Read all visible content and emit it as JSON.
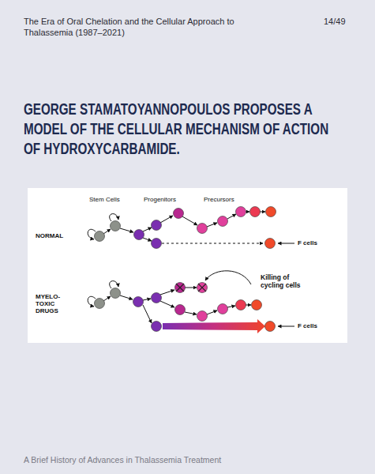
{
  "diagram": {
    "title": "GEORGE STAMATOYANNOPOULOS PROPOSES A MODEL OF THE CELLULAR MECHANISM OF ACTION OF HYDROXYCARBAMIDE.",
    "labels": [
      "The Era of Oral Chelation and the Cellular Approach to Thalassemia  (1987–2021)",
      "14/49",
      "Stem Cells",
      "Progenitors",
      "Precursors",
      "NORMAL",
      "F cells",
      "MYELO- TOXIC DRUGS",
      "Killing of cycling cells",
      "F cells",
      "A Brief History of Advances in Thalassemia Treatment"
    ]
  }
}
